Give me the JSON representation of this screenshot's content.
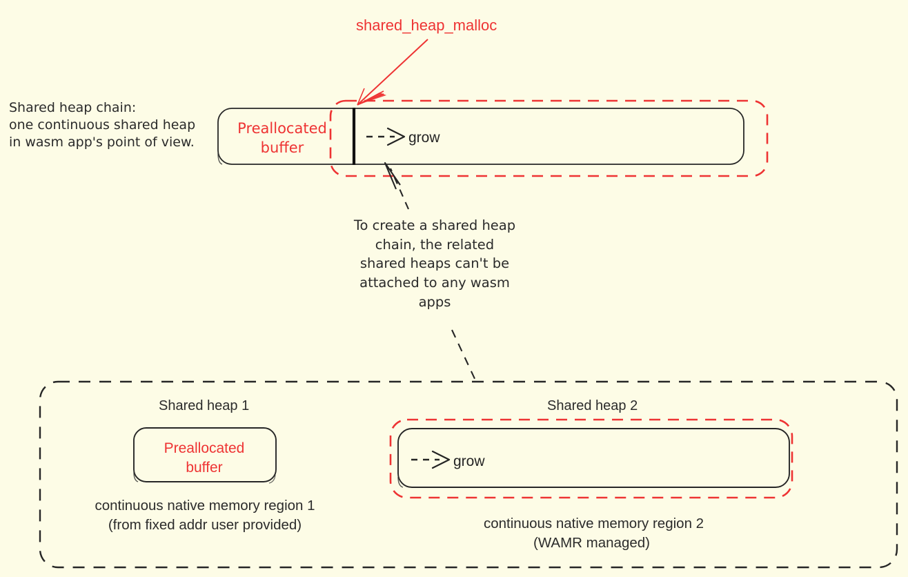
{
  "diagram": {
    "title": "WAMR shared heap chain diagram",
    "background_color": "#fdfce6",
    "accent_red": "#ee3333",
    "stroke_black": "#262626"
  },
  "top": {
    "caption": "Shared heap chain:\none continuous shared heap\nin wasm app's point of view.",
    "malloc_label": "shared_heap_malloc",
    "preallocated_buffer_label": "Preallocated\nbuffer",
    "grow_label": "grow",
    "note": "To create a shared heap\nchain, the related\nshared heaps can't be\nattached to any wasm\napps"
  },
  "bottom": {
    "heap1": {
      "title": "Shared heap 1",
      "box_label": "Preallocated\nbuffer",
      "region_label": "continuous native memory region 1\n(from fixed addr user provided)"
    },
    "heap2": {
      "title": "Shared heap 2",
      "grow_label": "grow",
      "region_label": "continuous native memory region 2\n(WAMR managed)"
    }
  }
}
